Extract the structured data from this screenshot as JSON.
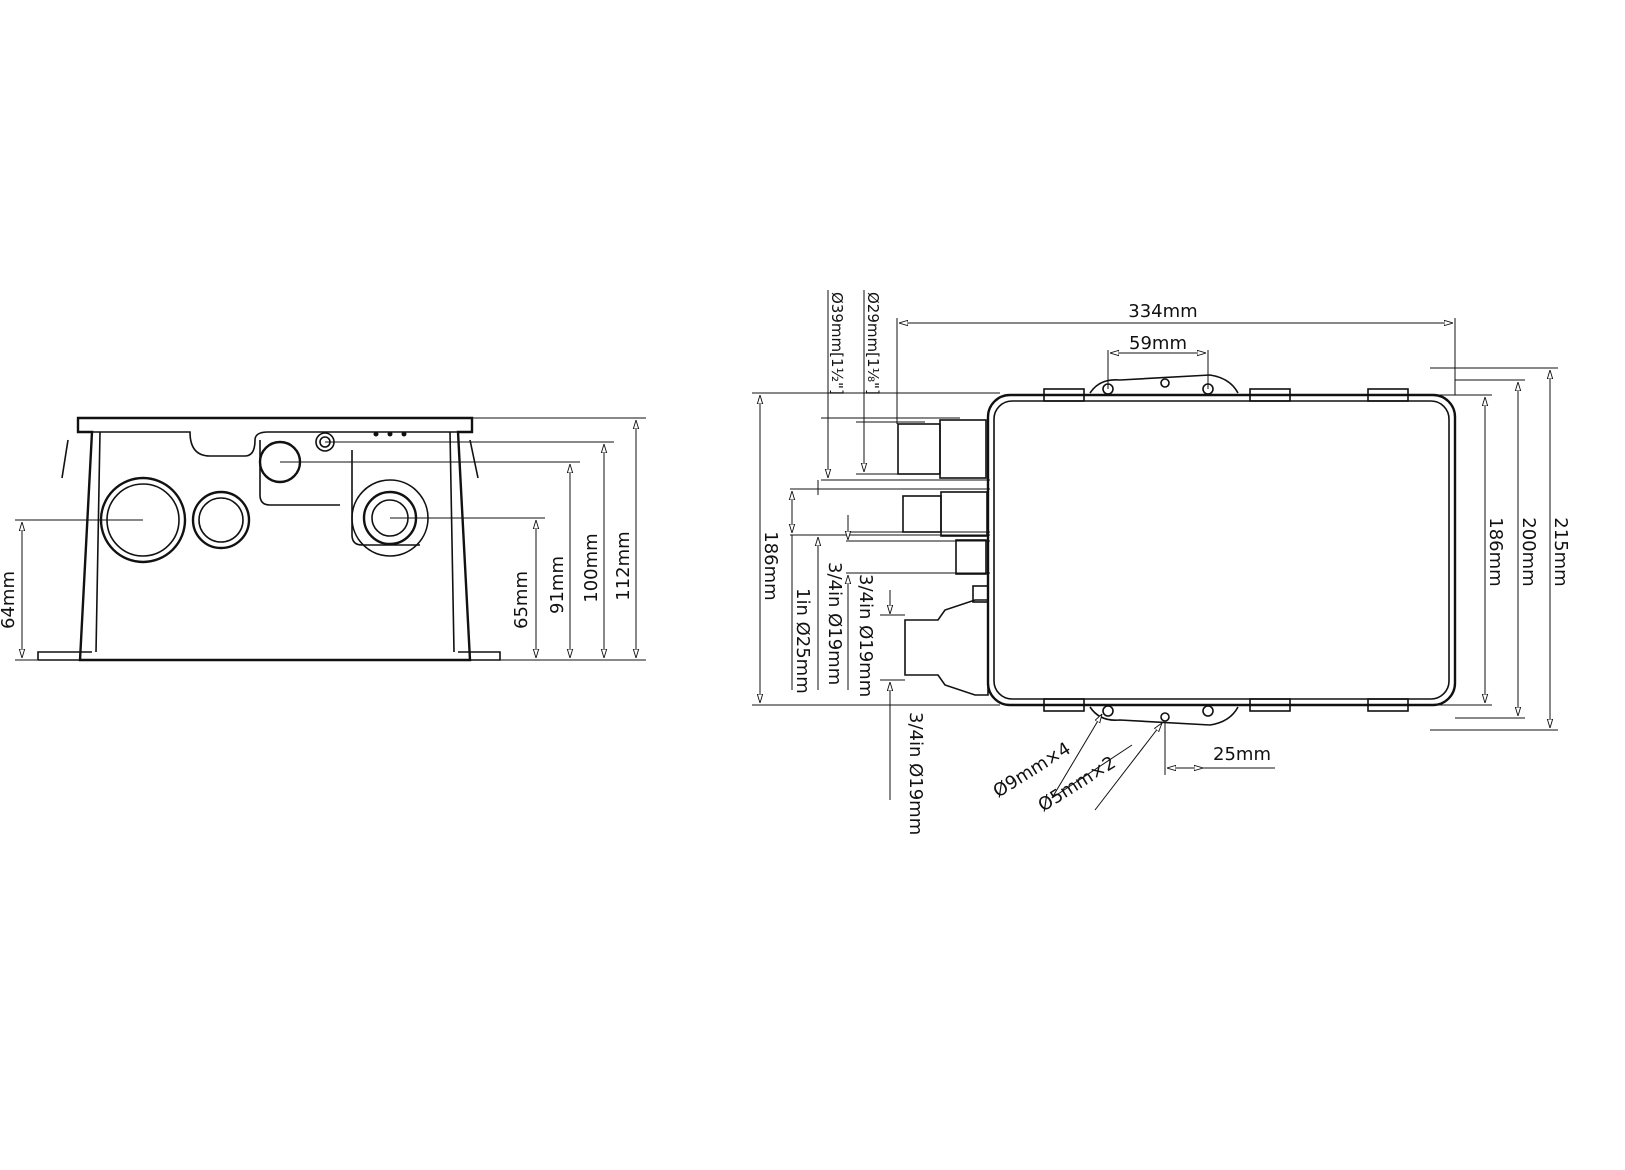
{
  "side_view": {
    "dims": {
      "d64": "64mm",
      "d65": "65mm",
      "d91": "91mm",
      "d100": "100mm",
      "d112": "112mm"
    }
  },
  "top_view": {
    "dims": {
      "width_total": "334mm",
      "bracket_spacing": "59mm",
      "height_left": "186mm",
      "height_inner": "186mm",
      "height_mid": "200mm",
      "height_outer": "215mm",
      "hole_offset": "25mm",
      "port_39": "Ø39mm[1½\"]",
      "port_29": "Ø29mm[1⅛\"]",
      "port_19_a": "3/4in Ø19mm",
      "port_25": "1in Ø25mm",
      "port_19_b": "3/4in Ø19mm",
      "port_19_c": "3/4in Ø19mm",
      "holes_9": "Ø9mm×4",
      "holes_5": "Ø5mm×2"
    }
  }
}
